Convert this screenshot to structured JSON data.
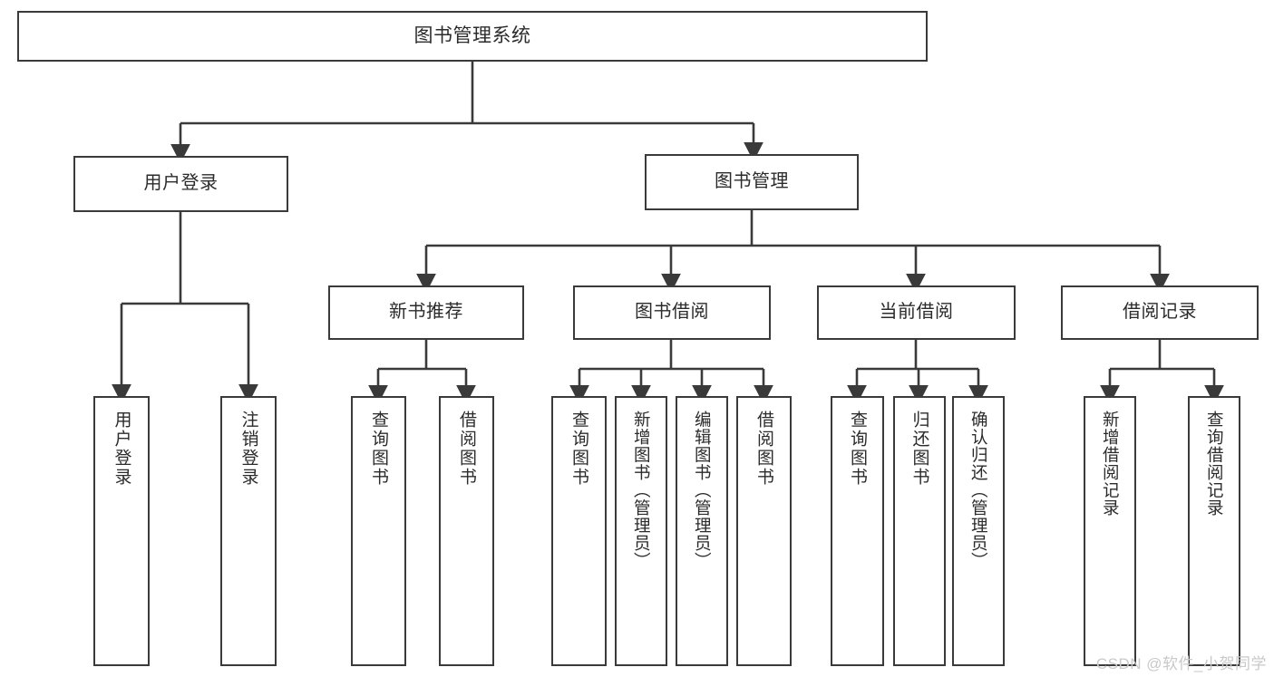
{
  "diagram": {
    "type": "tree-hierarchy-chart",
    "title": "图书管理系统",
    "watermark": "CSDN @软件_小贺同学",
    "colors": {
      "background": "#ffffff",
      "box_border": "#3a3a3a",
      "box_fill": "#ffffff",
      "text": "#2b2b2b",
      "connector": "#3a3a3a",
      "watermark": "#c9c9c9"
    },
    "nodes": {
      "root": {
        "label": "图书管理系统"
      },
      "tier1": [
        {
          "label": "用户登录"
        },
        {
          "label": "图书管理"
        }
      ],
      "tier2": [
        {
          "label": "新书推荐"
        },
        {
          "label": "图书借阅"
        },
        {
          "label": "当前借阅"
        },
        {
          "label": "借阅记录"
        }
      ],
      "leaves": {
        "user_login": [
          {
            "label": "用户登录"
          },
          {
            "label": "注销登录"
          }
        ],
        "new_book_recommend": [
          {
            "label": "查询图书"
          },
          {
            "label": "借阅图书"
          }
        ],
        "book_borrow": [
          {
            "label": "查询图书"
          },
          {
            "label": "新增图书（管理员）"
          },
          {
            "label": "编辑图书（管理员）"
          },
          {
            "label": "借阅图书"
          }
        ],
        "current_borrow": [
          {
            "label": "查询图书"
          },
          {
            "label": "归还图书"
          },
          {
            "label": "确认归还（管理员）"
          }
        ],
        "borrow_record": [
          {
            "label": "新增借阅记录"
          },
          {
            "label": "查询借阅记录"
          }
        ]
      }
    }
  }
}
